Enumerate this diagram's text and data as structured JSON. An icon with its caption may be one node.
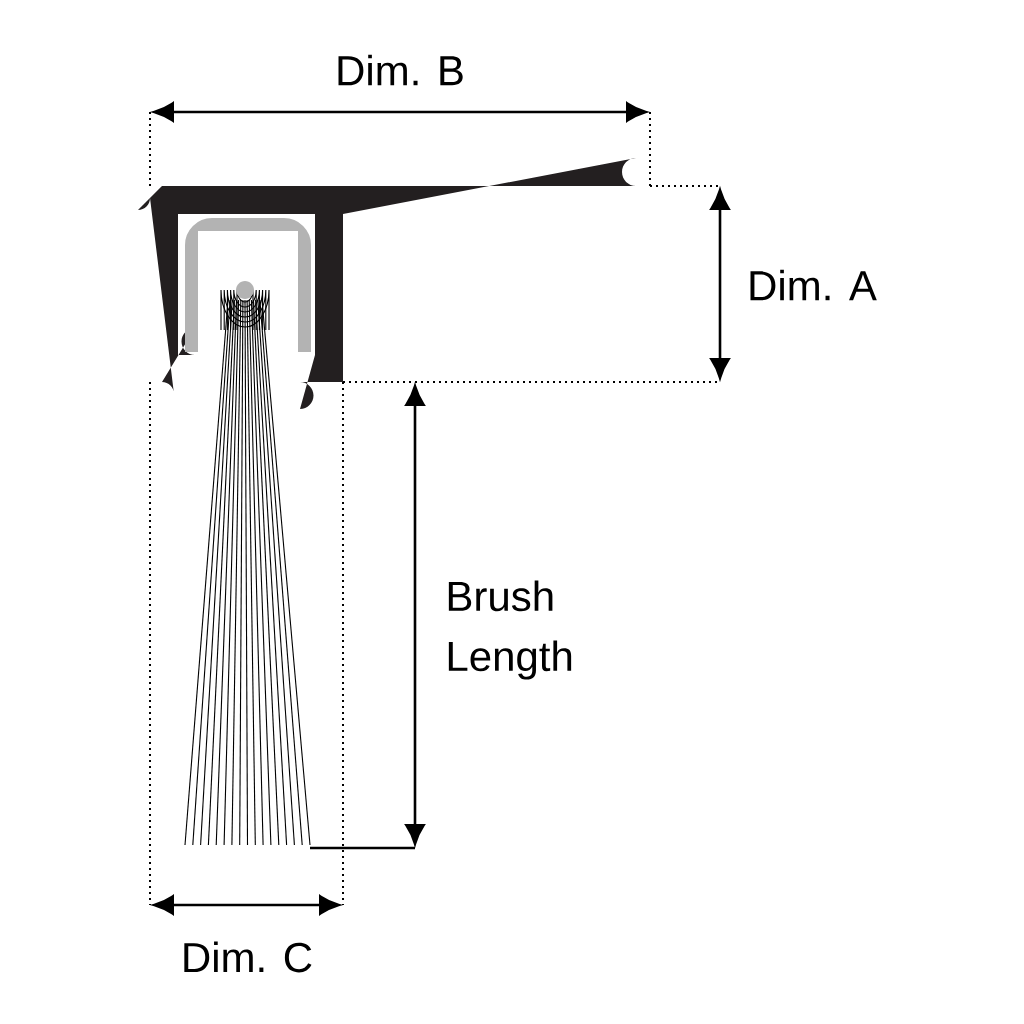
{
  "diagram": {
    "labels": [
      "Dim. B",
      "Dim. A",
      "Brush Length",
      "Dim. C"
    ]
  }
}
